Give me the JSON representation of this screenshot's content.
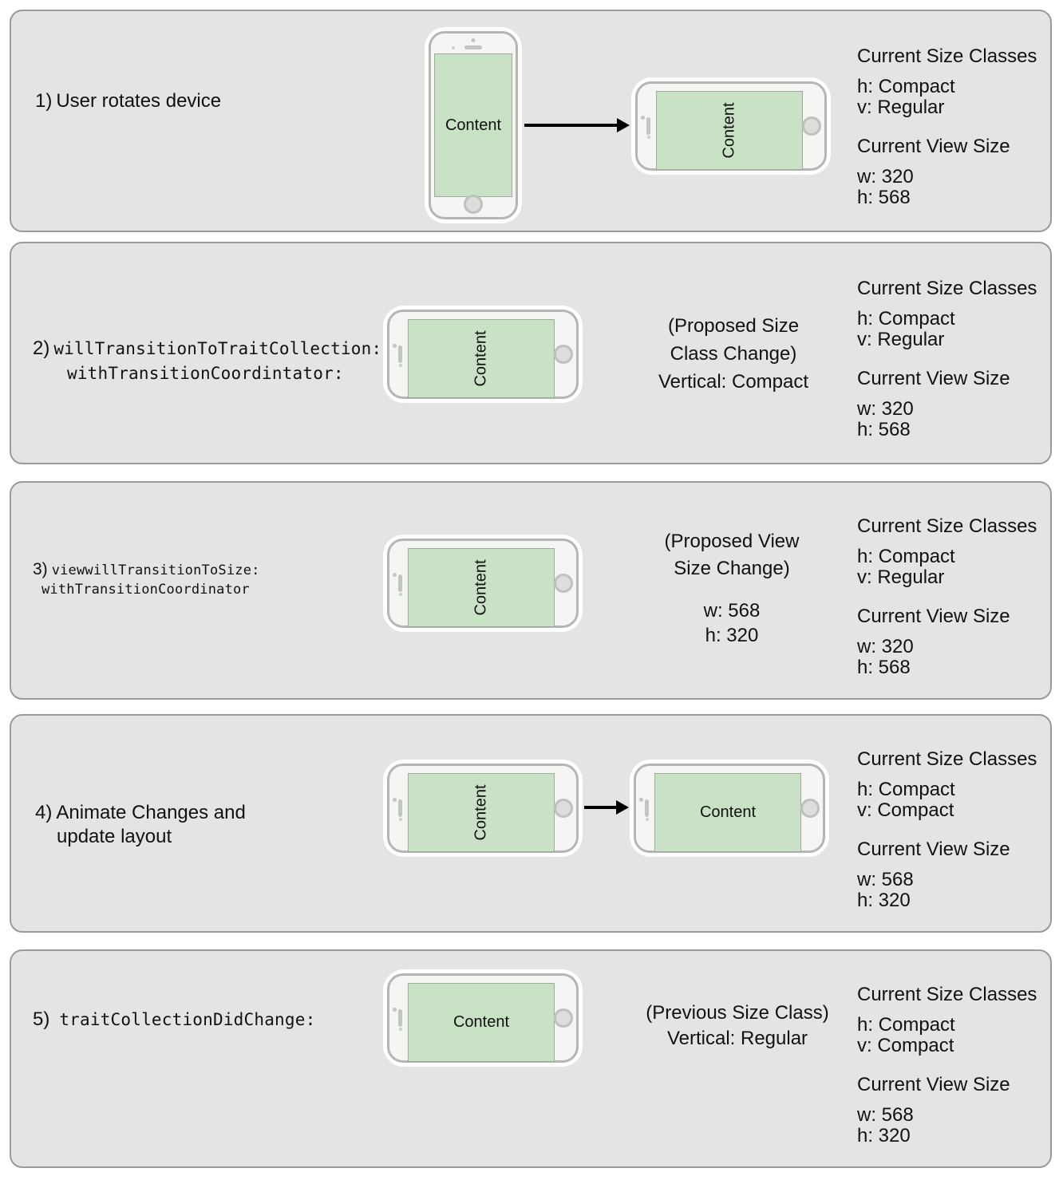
{
  "content_label": "Content",
  "info_headings": {
    "size_classes": "Current Size Classes",
    "view_size": "Current View Size"
  },
  "colors": {
    "panel_bg": "#e4e5e2",
    "panel_border": "#9a9a9a",
    "screen_green": "#c9e2c5",
    "screen_border": "#9fa99e",
    "phone_frame": "#b4b6b4",
    "phone_body": "#f5f6f4",
    "arrow": "#000000"
  },
  "panels": [
    {
      "prefix": "1)",
      "label": "User rotates device",
      "size_class_lines": [
        "h: Compact",
        "v: Regular"
      ],
      "view_size_lines": [
        "w: 320",
        "h: 568"
      ]
    },
    {
      "prefix": "2)",
      "code_line1": "willTransitionToTraitCollection:",
      "code_line2": "withTransitionCoordintator:",
      "annotation": [
        "(Proposed Size",
        "Class Change)",
        "Vertical: Compact"
      ],
      "size_class_lines": [
        "h: Compact",
        "v: Regular"
      ],
      "view_size_lines": [
        "w: 320",
        "h: 568"
      ]
    },
    {
      "prefix": "3)",
      "code_line1": "viewwillTransitionToSize:",
      "code_line2": "withTransitionCoordinator",
      "annotation_top": [
        "(Proposed View",
        "Size Change)"
      ],
      "annotation_bottom": [
        "w: 568",
        "h: 320"
      ],
      "size_class_lines": [
        "h: Compact",
        "v: Regular"
      ],
      "view_size_lines": [
        "w: 320",
        "h: 568"
      ]
    },
    {
      "prefix": "4)",
      "label_line1": "Animate Changes and",
      "label_line2": "update layout",
      "size_class_lines": [
        "h: Compact",
        "v: Compact"
      ],
      "view_size_lines": [
        "w: 568",
        "h: 320"
      ]
    },
    {
      "prefix": "5)",
      "code_line1": "traitCollectionDidChange:",
      "annotation": [
        "(Previous Size Class)",
        "Vertical: Regular"
      ],
      "size_class_lines": [
        "h: Compact",
        "v: Compact"
      ],
      "view_size_lines": [
        "w: 568",
        "h: 320"
      ]
    }
  ]
}
